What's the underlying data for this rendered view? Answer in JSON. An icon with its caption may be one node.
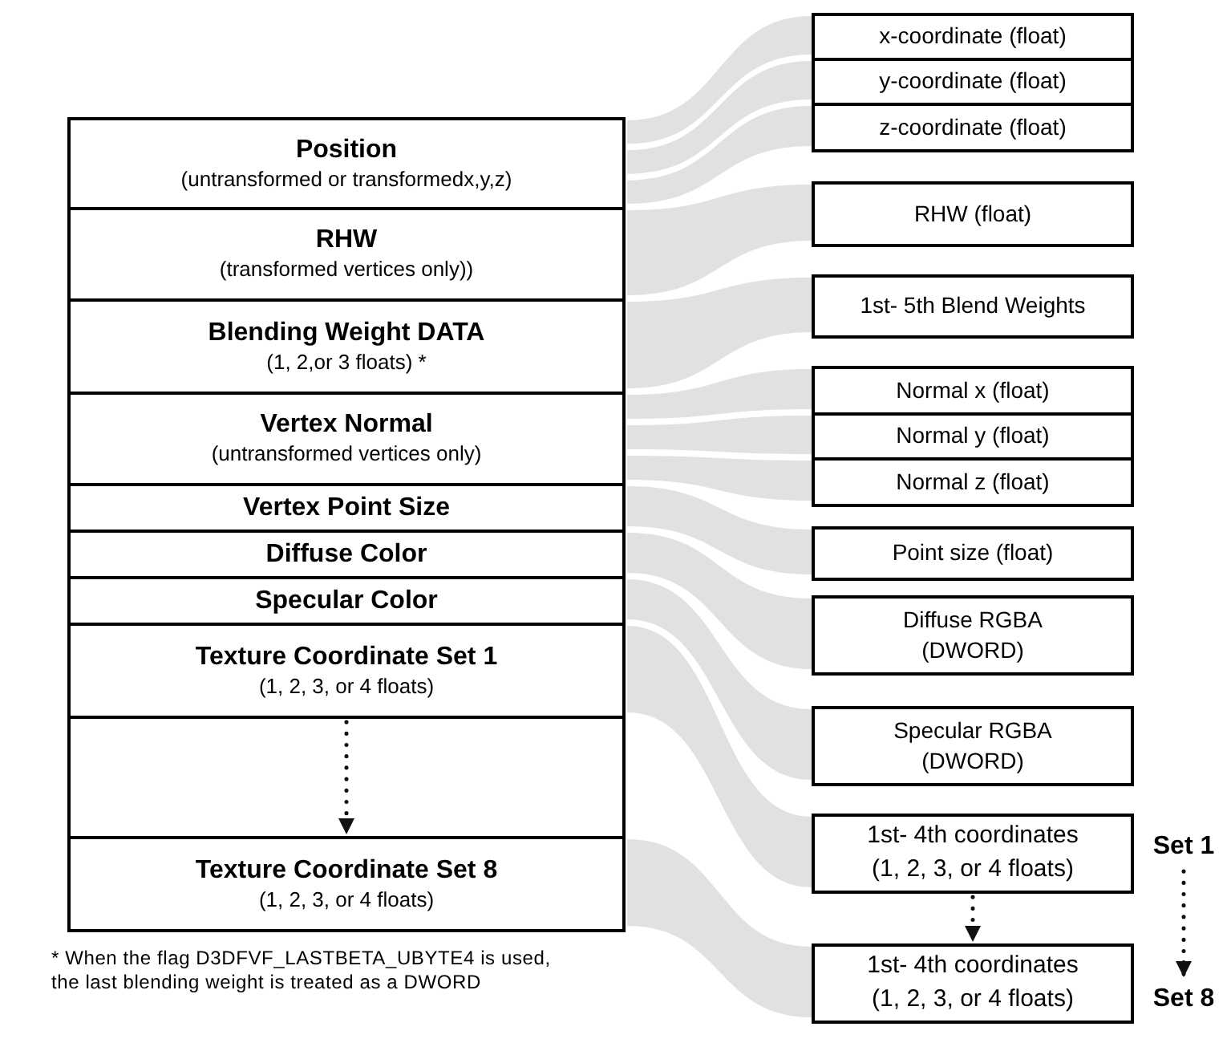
{
  "diagram": {
    "nodes": [
      {
        "text": [
          "Position",
          "(untransformed or transformedx,y,z)"
        ]
      },
      {
        "text": [
          "RHW",
          "(transformed  vertices only))"
        ]
      },
      {
        "text": [
          "Blending Weight DATA",
          "(1, 2,or 3 floats) *"
        ]
      },
      {
        "text": [
          "Vertex Normal",
          "(untransformed  vertices only)"
        ]
      },
      {
        "text": [
          "Vertex Point Size"
        ]
      },
      {
        "text": [
          "Diffuse Color"
        ]
      },
      {
        "text": [
          "Specular Color"
        ]
      },
      {
        "text": [
          "Texture Coordinate Set 1",
          "(1, 2, 3, or 4 floats)"
        ]
      },
      {
        "text": [
          "Texture Coordinate Set 8",
          "(1, 2, 3, or 4 floats)"
        ]
      },
      {
        "text": [
          "x-coordinate (float)"
        ]
      },
      {
        "text": [
          "y-coordinate (float)"
        ]
      },
      {
        "text": [
          "z-coordinate (float)"
        ]
      },
      {
        "text": [
          "RHW (float)"
        ]
      },
      {
        "text": [
          "1st- 5th Blend Weights"
        ]
      },
      {
        "text": [
          "Normal x (float)"
        ]
      },
      {
        "text": [
          "Normal y (float)"
        ]
      },
      {
        "text": [
          "Normal z (float)"
        ]
      },
      {
        "text": [
          "Point size (float)"
        ]
      },
      {
        "text": [
          "Diffuse RGBA (DWORD)"
        ]
      },
      {
        "text": [
          "Specular RGBA (DWORD)"
        ]
      },
      {
        "text": [
          "1st- 4th coordinates (1, 2, 3, or 4 floats)"
        ]
      },
      {
        "text": [
          "Set 1"
        ]
      },
      {
        "text": [
          "1st- 4th coordinates (1, 2, 3, or 4 floats)"
        ]
      },
      {
        "text": [
          "Set 8"
        ]
      }
    ],
    "edges": [
      {
        "from": 0,
        "to": 9,
        "arrow": "none"
      },
      {
        "from": 0,
        "to": 10,
        "arrow": "none"
      },
      {
        "from": 0,
        "to": 11,
        "arrow": "none"
      },
      {
        "from": 1,
        "to": 12,
        "arrow": "none"
      },
      {
        "from": 2,
        "to": 13,
        "arrow": "none"
      },
      {
        "from": 3,
        "to": 14,
        "arrow": "none"
      },
      {
        "from": 3,
        "to": 15,
        "arrow": "none"
      },
      {
        "from": 3,
        "to": 16,
        "arrow": "none"
      },
      {
        "from": 4,
        "to": 17,
        "arrow": "none"
      },
      {
        "from": 5,
        "to": 18,
        "arrow": "none"
      },
      {
        "from": 6,
        "to": 19,
        "arrow": "none"
      },
      {
        "from": 7,
        "to": 20,
        "arrow": "none"
      },
      {
        "from": 8,
        "to": 22,
        "arrow": "none"
      },
      {
        "from": 7,
        "to": 8,
        "arrow": "to",
        "style": "dashed"
      },
      {
        "from": 20,
        "to": 22,
        "arrow": "to",
        "style": "dashed"
      },
      {
        "from": 21,
        "to": 23,
        "arrow": "to",
        "style": "dashed"
      }
    ],
    "labels": [
      "* When the flag D3DFVF_LASTBETA_UBYTE4 is used, the last blending weight is treated as a DWORD"
    ]
  }
}
